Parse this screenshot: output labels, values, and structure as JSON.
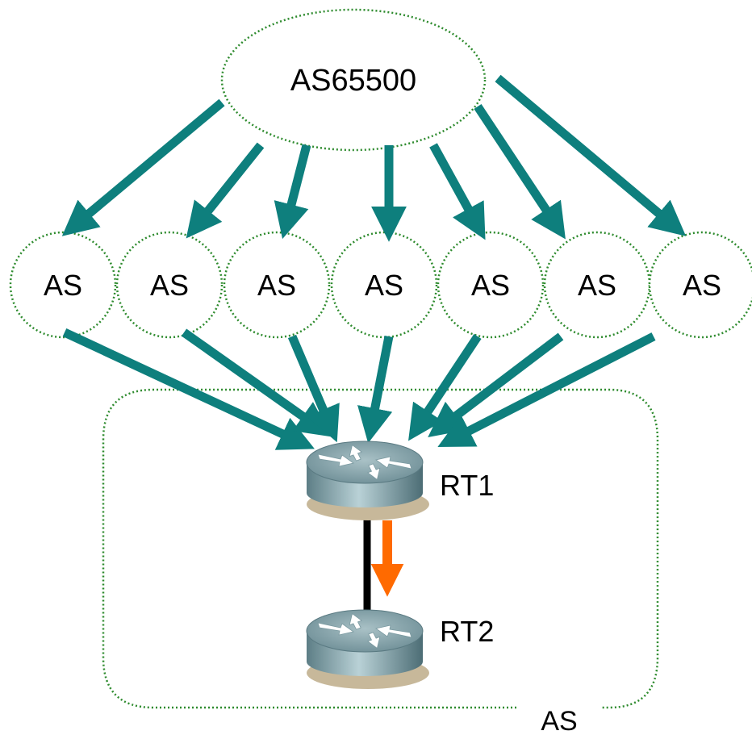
{
  "diagram": {
    "source_as": {
      "label": "AS65500"
    },
    "peer_as_nodes": [
      {
        "label": "AS"
      },
      {
        "label": "AS"
      },
      {
        "label": "AS"
      },
      {
        "label": "AS"
      },
      {
        "label": "AS"
      },
      {
        "label": "AS"
      },
      {
        "label": "AS"
      }
    ],
    "local_as": {
      "label": "AS"
    },
    "routers": [
      {
        "label": "RT1"
      },
      {
        "label": "RT2"
      }
    ],
    "colors": {
      "dotted_outline": "#2e8b2e",
      "route_arrow": "#0e7f7d",
      "internal_arrow": "#ff6a00",
      "link": "#000000"
    }
  }
}
